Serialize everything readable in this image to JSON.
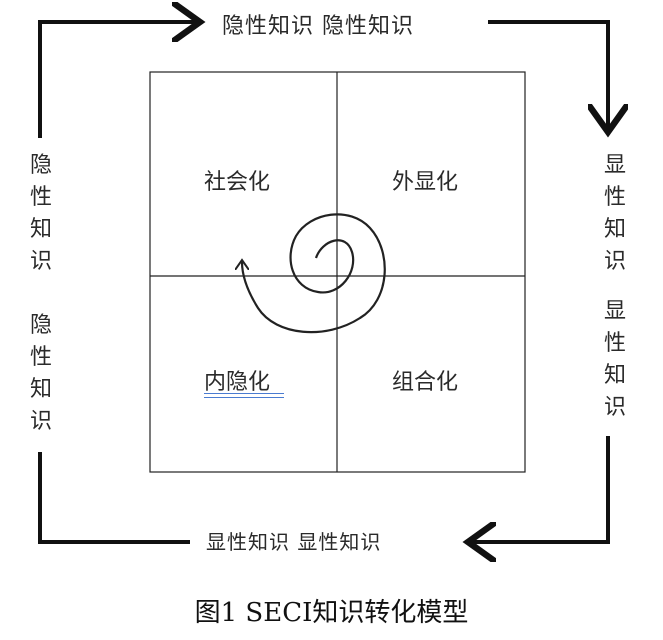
{
  "labels": {
    "top": "隐性知识  隐性知识",
    "bottom": "显性知识  显性知识",
    "left_a": "隐性知识",
    "left_b": "隐性知识",
    "right_a": "显性知识",
    "right_b": "显性知识"
  },
  "quadrants": {
    "socialization": "社会化",
    "externalization": "外显化",
    "internalization": "内隐化",
    "combination": "组合化"
  },
  "caption": "图1   SECI知识转化模型"
}
